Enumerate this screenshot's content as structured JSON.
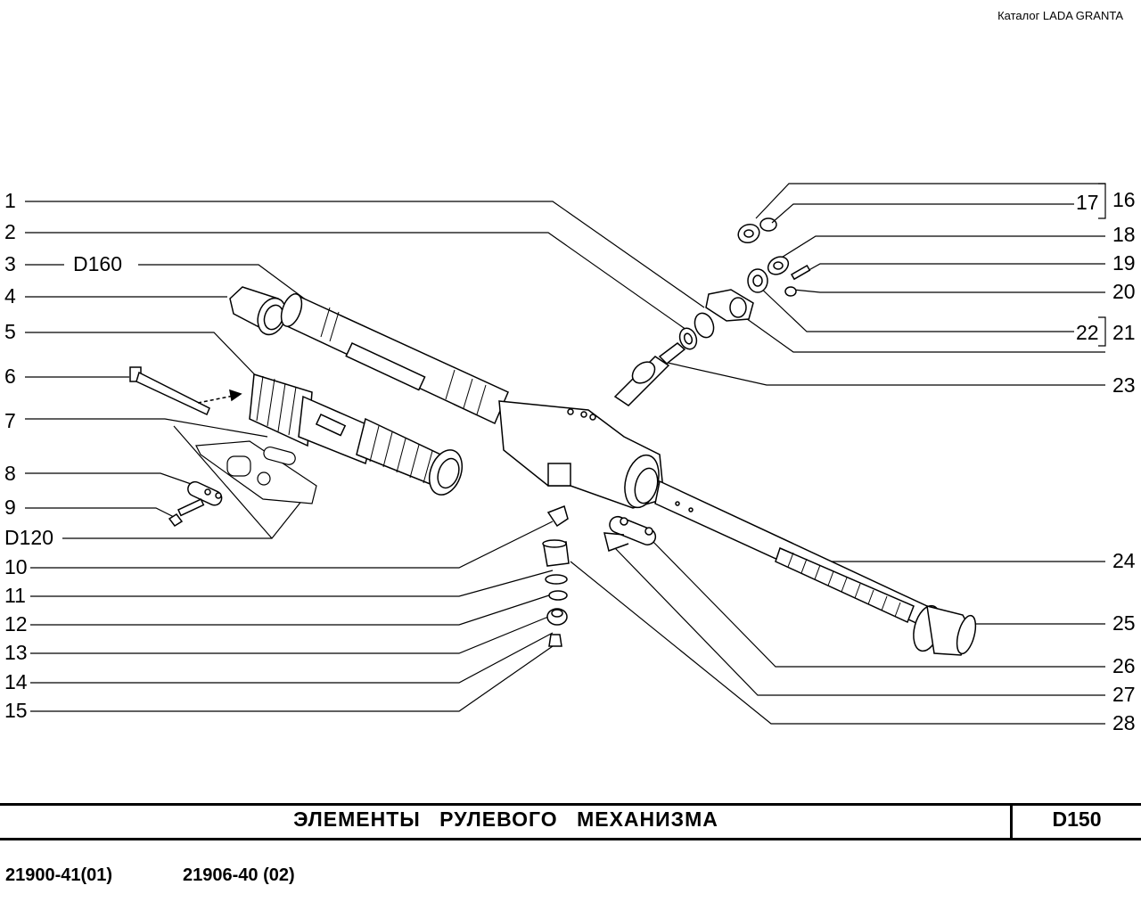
{
  "catalog_title": "Каталог LADA  GRANTA",
  "callouts_left": [
    "1",
    "2",
    "3",
    "D160",
    "4",
    "5",
    "6",
    "7",
    "8",
    "9",
    "D120",
    "10",
    "11",
    "12",
    "13",
    "14",
    "15"
  ],
  "callouts_right": [
    "17",
    "16",
    "18",
    "19",
    "20",
    "22",
    "21",
    "23",
    "24",
    "25",
    "26",
    "27",
    "28"
  ],
  "footer": {
    "title": "ЭЛЕМЕНТЫ   РУЛЕВОГО   МЕХАНИЗМА",
    "code": "D150"
  },
  "models": [
    "21900-41(01)",
    "21906-40 (02)"
  ]
}
